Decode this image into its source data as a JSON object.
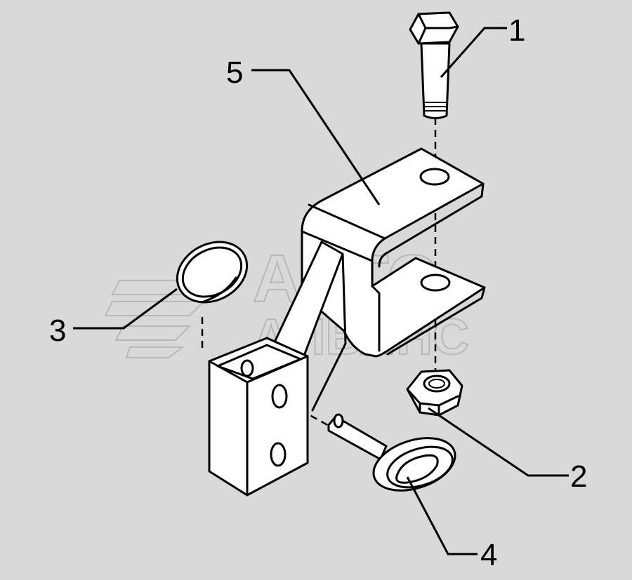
{
  "callouts": [
    {
      "id": "1",
      "label": "1"
    },
    {
      "id": "2",
      "label": "2"
    },
    {
      "id": "3",
      "label": "3"
    },
    {
      "id": "4",
      "label": "4"
    },
    {
      "id": "5",
      "label": "5"
    }
  ],
  "watermark": {
    "line1": "АВТО",
    "line2": "АЛЬЯНС"
  },
  "colors": {
    "background": "#d9d9d9",
    "parts_fill": "#ffffff",
    "outline": "#000000",
    "watermark": "#b8b8b8"
  }
}
